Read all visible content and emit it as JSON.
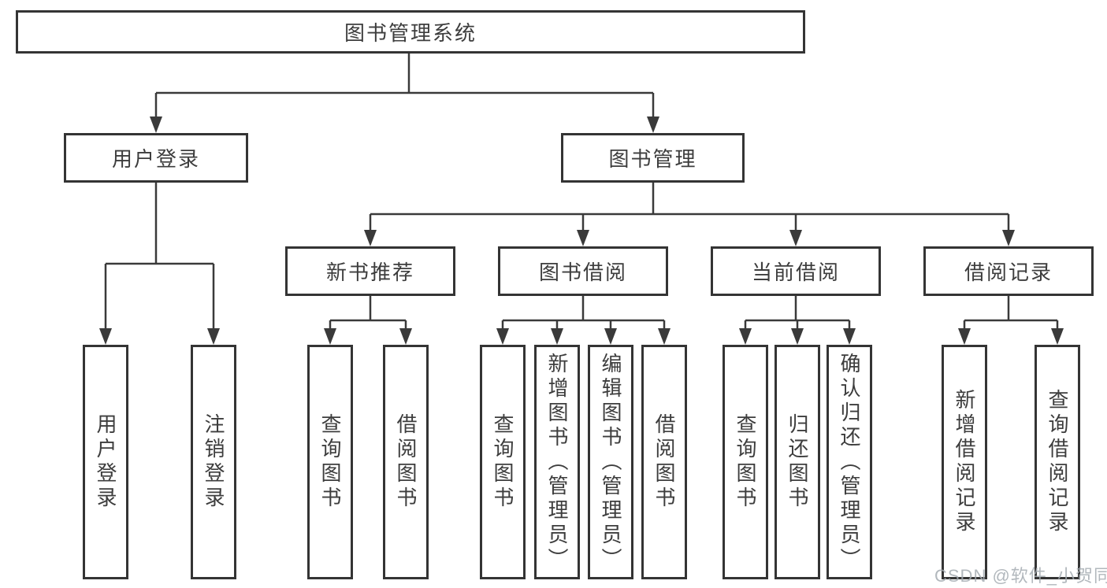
{
  "diagram_title": "图书管理系统",
  "tree": {
    "root": {
      "label": "图书管理系统"
    },
    "level1": [
      {
        "label": "用户登录",
        "children": [
          {
            "label": "用户登录"
          },
          {
            "label": "注销登录"
          }
        ]
      },
      {
        "label": "图书管理",
        "children": [
          {
            "label": "新书推荐",
            "children": [
              {
                "label": "查询图书"
              },
              {
                "label": "借阅图书"
              }
            ]
          },
          {
            "label": "图书借阅",
            "children": [
              {
                "label": "查询图书"
              },
              {
                "label": "新增图书（管理员）"
              },
              {
                "label": "编辑图书（管理员）"
              },
              {
                "label": "借阅图书"
              }
            ]
          },
          {
            "label": "当前借阅",
            "children": [
              {
                "label": "查询图书"
              },
              {
                "label": "归还图书"
              },
              {
                "label": "确认归还（管理员）"
              }
            ]
          },
          {
            "label": "借阅记录",
            "children": [
              {
                "label": "新增借阅记录"
              },
              {
                "label": "查询借阅记录"
              }
            ]
          }
        ]
      }
    ]
  },
  "watermark": {
    "text": "CSDN @软件_小贺同学"
  },
  "colors": {
    "line": "#3a3a3a",
    "box_border": "#343434",
    "text": "#3d3d3d",
    "background": "#ffffff",
    "watermark": "#a5abb1"
  }
}
